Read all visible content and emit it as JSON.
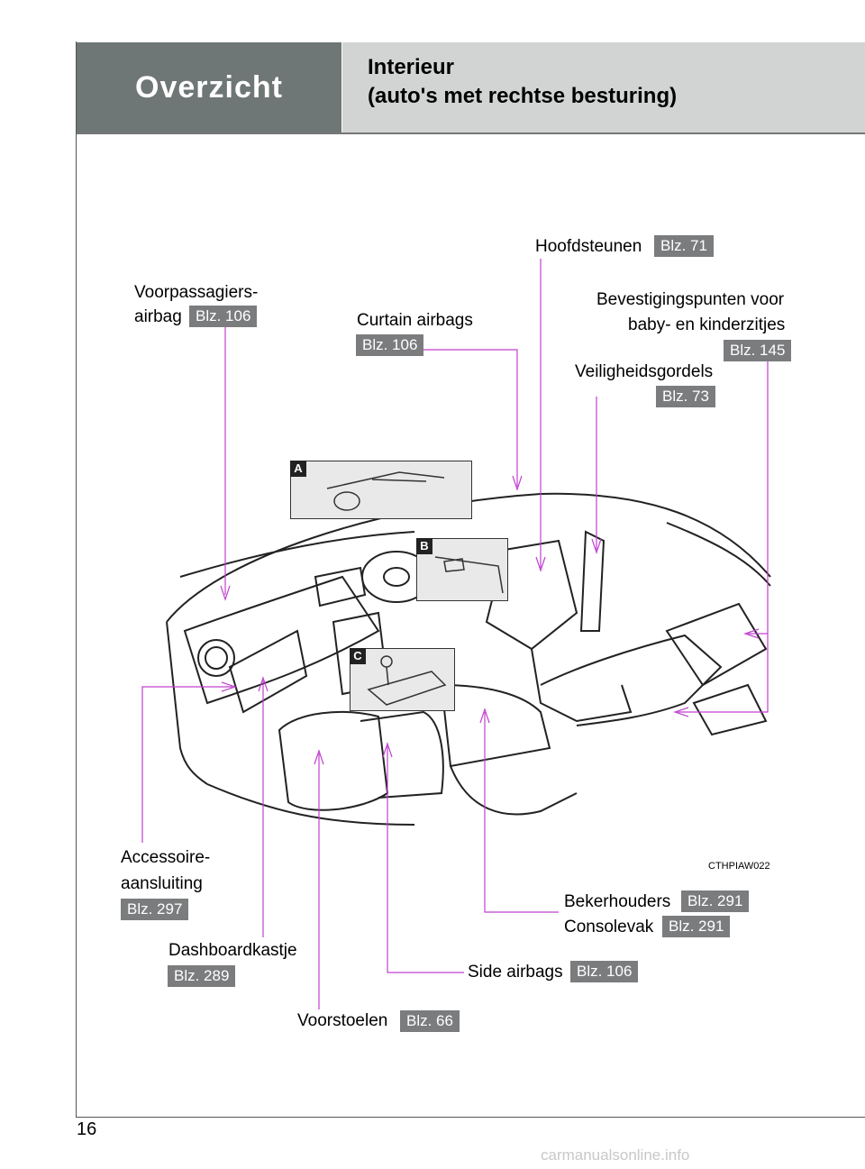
{
  "header": {
    "section": "Overzicht",
    "title_line1": "Interieur",
    "title_line2": "(auto's met rechtse besturing)"
  },
  "callouts": {
    "voorpassagiers_line1": "Voorpassagiers-",
    "voorpassagiers_line2": "airbag",
    "voorpassagiers_ref": "Blz. 106",
    "curtain": "Curtain airbags",
    "curtain_ref": "Blz. 106",
    "hoofdsteunen": "Hoofdsteunen",
    "hoofdsteunen_ref": "Blz. 71",
    "bevestiging_line1": "Bevestigingspunten voor",
    "bevestiging_line2": "baby- en kinderzitjes",
    "bevestiging_ref": "Blz. 145",
    "veiligheid": "Veiligheidsgordels",
    "veiligheid_ref": "Blz. 73",
    "accessoire_line1": "Accessoire-",
    "accessoire_line2": "aansluiting",
    "accessoire_ref": "Blz. 297",
    "dashboard": "Dashboardkastje",
    "dashboard_ref": "Blz. 289",
    "voorstoelen": "Voorstoelen",
    "voorstoelen_ref": "Blz. 66",
    "side": "Side airbags",
    "side_ref": "Blz. 106",
    "beker": "Bekerhouders",
    "beker_ref": "Blz. 291",
    "console": "Consolevak",
    "console_ref": "Blz. 291"
  },
  "insets": {
    "a": "A",
    "b": "B",
    "c": "C"
  },
  "figure_code": "CTHPIAW022",
  "page_number": "16",
  "watermark": "carmanualsonline.info",
  "colors": {
    "leader": "#c040d0",
    "header_dark": "#6e7775",
    "header_light": "#d2d3d3",
    "badge": "#7b7c7e"
  }
}
